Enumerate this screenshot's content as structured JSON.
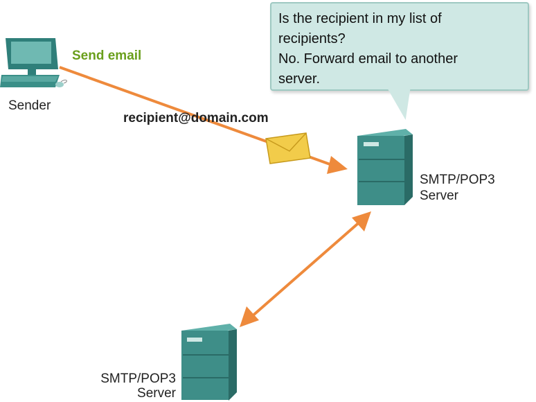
{
  "sender": {
    "label": "Sender"
  },
  "action": {
    "send_label": "Send email",
    "send_color": "#6a9f1c"
  },
  "recipient": {
    "address": "recipient@domain.com"
  },
  "bubble": {
    "lines": [
      "Is the recipient in my list of",
      "recipients?",
      "No. Forward email to another",
      "server."
    ]
  },
  "servers": {
    "top": {
      "label_line1": "SMTP/POP3",
      "label_line2": "Server"
    },
    "bottom": {
      "label_line1": "SMTP/POP3",
      "label_line2": "Server"
    }
  },
  "colors": {
    "arrow": "#ee8a3c",
    "server": "#3e8e88",
    "envelope": "#f2cc4a",
    "bubble": "#cfe8e4"
  },
  "icons": [
    "desktop-computer-icon",
    "server-icon",
    "envelope-icon"
  ]
}
